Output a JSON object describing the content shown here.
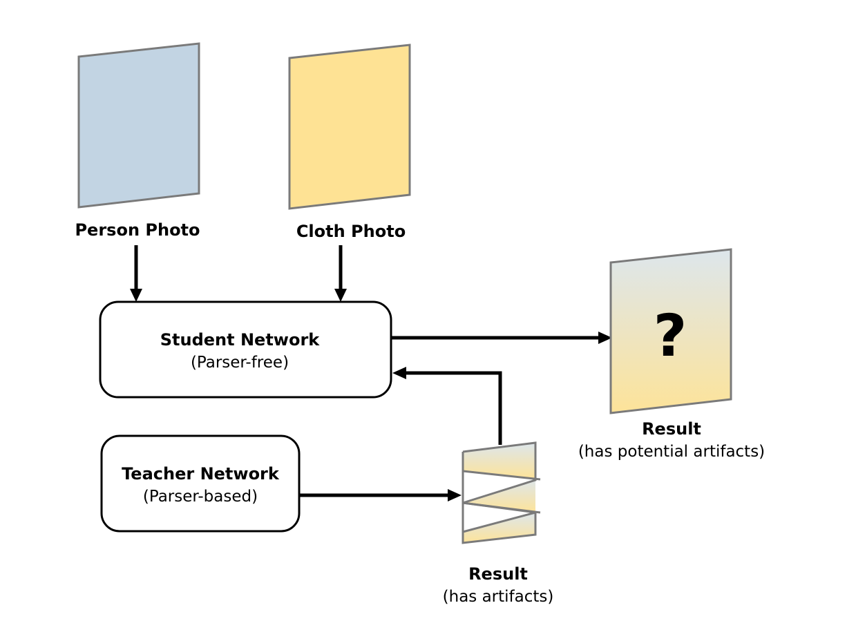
{
  "diagram": {
    "person_photo": {
      "label": "Person Photo",
      "color": "#c2d4e3"
    },
    "cloth_photo": {
      "label": "Cloth Photo",
      "color": "#fee294"
    },
    "student_network": {
      "title": "Student Network",
      "subtitle": "(Parser-free)"
    },
    "teacher_network": {
      "title": "Teacher Network",
      "subtitle": "(Parser-based)"
    },
    "student_result": {
      "symbol": "?",
      "title": "Result",
      "subtitle": "(has potential artifacts)"
    },
    "teacher_result": {
      "title": "Result",
      "subtitle": "(has artifacts)"
    },
    "colors": {
      "panel_stroke": "#7a7a7a",
      "arrow": "#000000",
      "gradient_top": "#dde6ec",
      "gradient_bottom": "#fde399"
    }
  }
}
